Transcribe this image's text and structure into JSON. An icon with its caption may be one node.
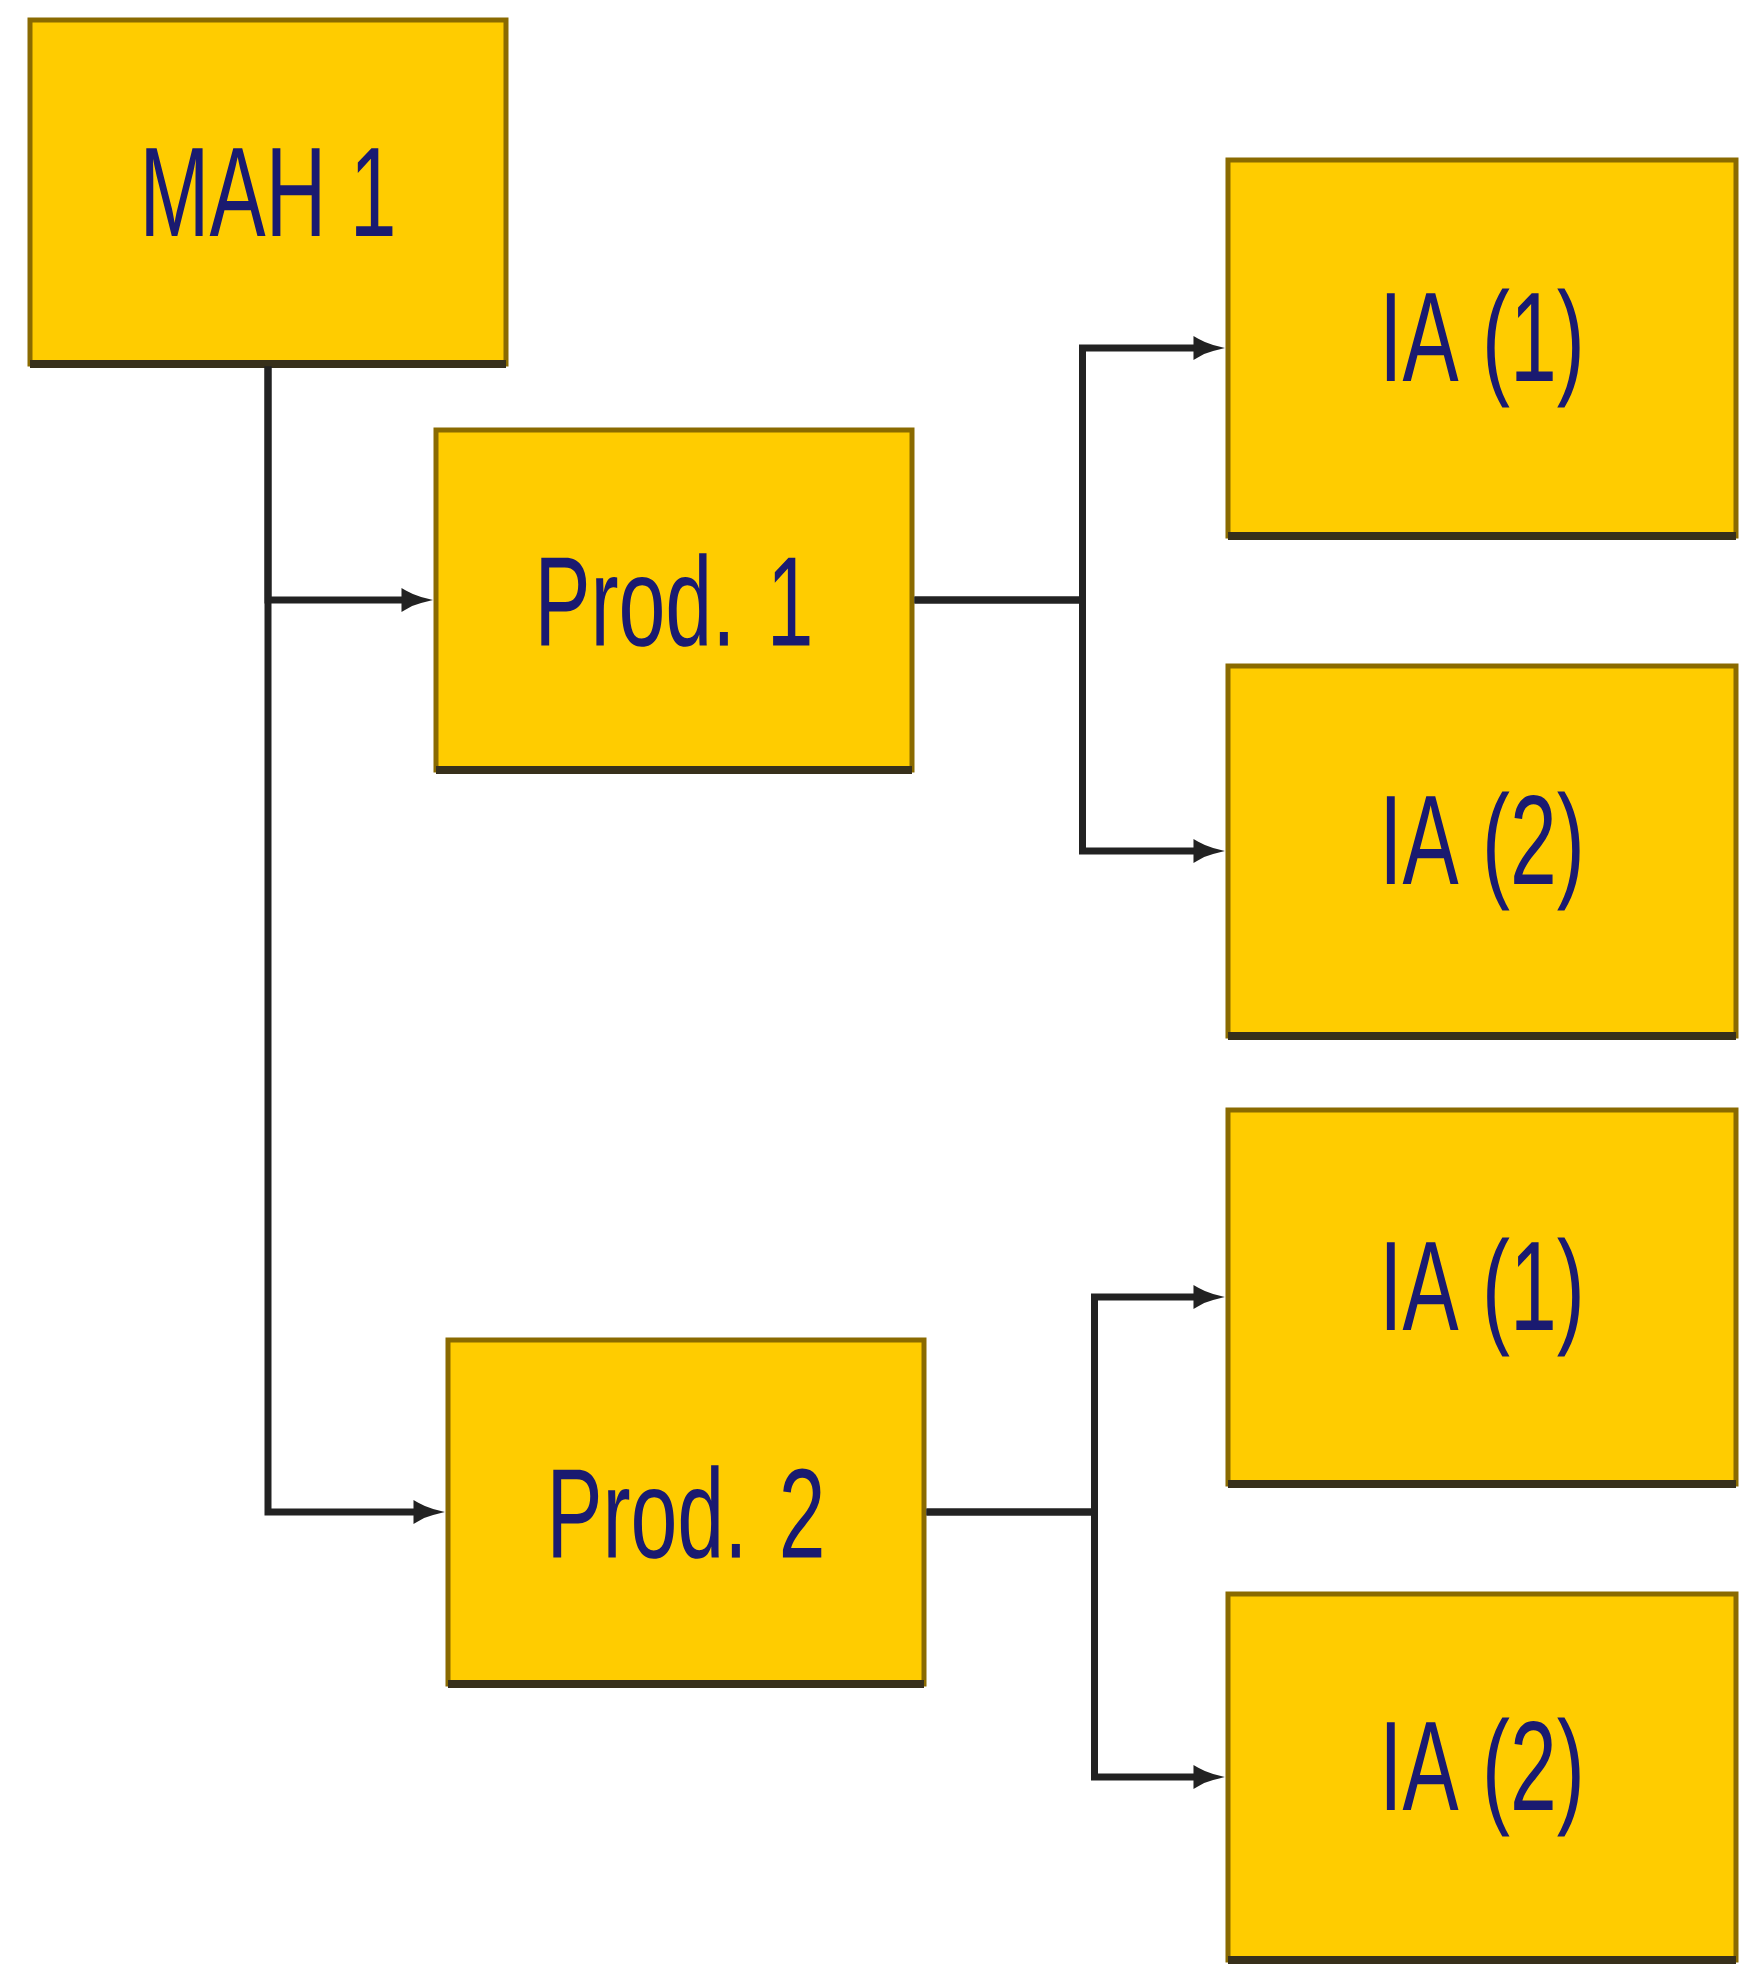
{
  "diagram": {
    "nodes": [
      {
        "text": [
          "MAH 1"
        ]
      },
      {
        "text": [
          "Prod. 1"
        ]
      },
      {
        "text": [
          "Prod. 2"
        ]
      },
      {
        "text": [
          "IA (1)"
        ]
      },
      {
        "text": [
          "IA (2)"
        ]
      },
      {
        "text": [
          "IA (1)"
        ]
      },
      {
        "text": [
          "IA (2)"
        ]
      }
    ],
    "edges": [
      {
        "from": 0,
        "to": 1,
        "arrow": "to"
      },
      {
        "from": 0,
        "to": 2,
        "arrow": "to"
      },
      {
        "from": 1,
        "to": 3,
        "arrow": "to"
      },
      {
        "from": 1,
        "to": 4,
        "arrow": "to"
      },
      {
        "from": 2,
        "to": 5,
        "arrow": "to"
      },
      {
        "from": 2,
        "to": 6,
        "arrow": "to"
      }
    ]
  }
}
